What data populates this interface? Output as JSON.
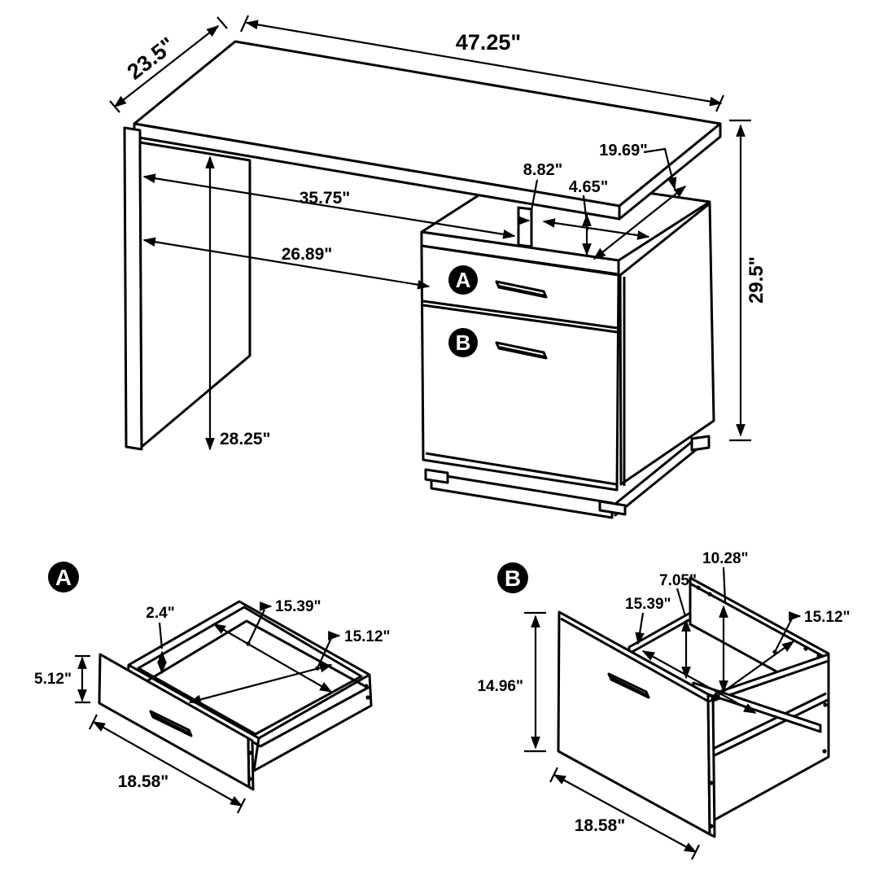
{
  "colors": {
    "line": "#000000",
    "background": "#ffffff",
    "badge_fill": "#000000",
    "badge_text": "#ffffff"
  },
  "main_view": {
    "badges": {
      "a": "A",
      "b": "B"
    },
    "dims": {
      "desktop_width": "47.25\"",
      "desktop_depth": "23.5\"",
      "cabinet_top_depth": "19.69\"",
      "support_inset": "8.82\"",
      "top_gap": "4.65\"",
      "knee_clearance_upper": "35.75\"",
      "knee_clearance_lower": "26.89\"",
      "overall_height": "29.5\"",
      "leg_panel_height": "28.25\""
    }
  },
  "drawer_a": {
    "badge": "A",
    "dims": {
      "wall_height": "2.4\"",
      "inner_width": "15.39\"",
      "inner_depth": "15.12\"",
      "front_height": "5.12\"",
      "front_width": "18.58\""
    }
  },
  "drawer_b": {
    "badge": "B",
    "dims": {
      "inner_width": "15.39\"",
      "rail_to_side_top": "7.05\"",
      "rail_to_back_top": "10.28\"",
      "inner_depth": "15.12\"",
      "front_height": "14.96\"",
      "front_width": "18.58\""
    }
  }
}
